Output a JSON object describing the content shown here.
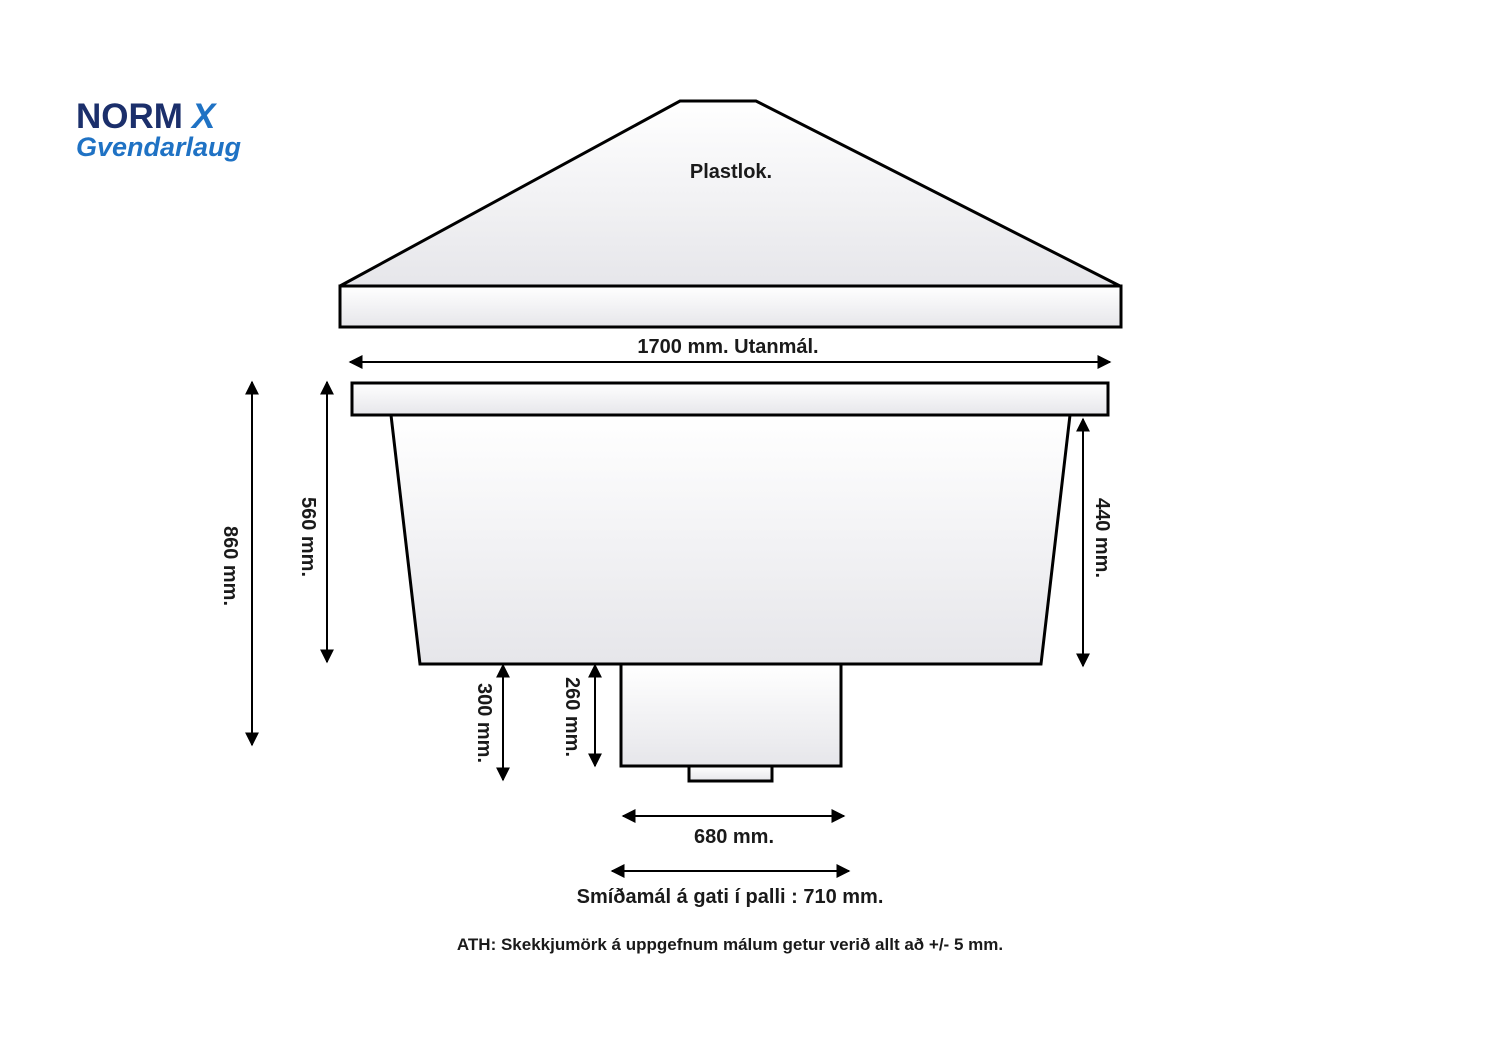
{
  "logo": {
    "brand_main": "NORM",
    "brand_x": "X",
    "brand_sub": "Gvendarlaug",
    "colors": {
      "dark": "#1b2f6b",
      "accent": "#1f72c4"
    }
  },
  "labels": {
    "lid": "Plastlok.",
    "outer_width": "1700 mm. Utanmál.",
    "total_height": "860 mm.",
    "body_height": "560 mm.",
    "side_height": "440 mm.",
    "sump_height_300": "300 mm.",
    "sump_height_260": "260 mm.",
    "sump_width": "680 mm.",
    "cutout": "Smíðamál á gati í palli : 710 mm.",
    "note": "ATH: Skekkjumörk á uppgefnum málum getur verið allt að +/- 5 mm."
  },
  "colors": {
    "stroke": "#000000",
    "fill_light": "#ffffff",
    "fill_shade": "#e6e6ea"
  }
}
